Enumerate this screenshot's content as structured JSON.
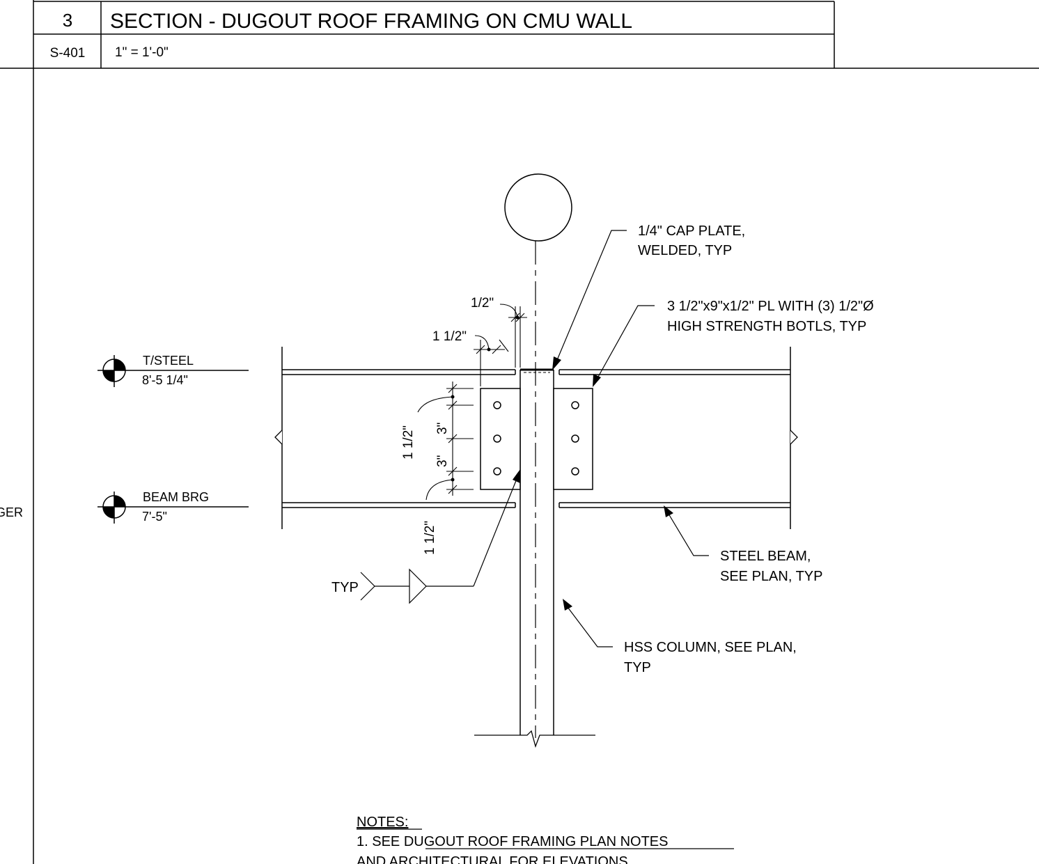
{
  "title_block": {
    "detail_number": "3",
    "sheet_number": "S-401",
    "title": "SECTION - DUGOUT ROOF FRAMING ON CMU WALL",
    "scale": "1\" = 1'-0\""
  },
  "edge_text": "GER",
  "levels": [
    {
      "name": "T/STEEL",
      "elevation": "8'-5 1/4\""
    },
    {
      "name": "BEAM BRG",
      "elevation": "7'-5\""
    }
  ],
  "callouts": {
    "cap_plate": [
      "1/4\" CAP PLATE,",
      "WELDED, TYP"
    ],
    "shear_plate": [
      "3 1/2\"x9\"x1/2\" PL WITH (3) 1/2\"Ø",
      "HIGH STRENGTH BOTLS, TYP"
    ],
    "steel_beam": [
      "STEEL BEAM,",
      "SEE PLAN, TYP"
    ],
    "hss_column": [
      "HSS COLUMN, SEE PLAN,",
      "TYP"
    ],
    "weld_symbol": "TYP"
  },
  "dimensions": {
    "gap": "1/2\"",
    "plate_edge": "1 1/2\"",
    "bolt_edge_top": "1 1/2\"",
    "bolt_spacing_1": "3\"",
    "bolt_spacing_2": "3\"",
    "bolt_edge_bottom": "1 1/2\""
  },
  "notes": {
    "heading": "NOTES:",
    "line1_prefix": "1. SEE ",
    "line1_link": "DUGOUT ROOF FRAMING PLAN NOTES",
    "line2": "AND ARCHITECTURAL FOR ELEVATIONS"
  }
}
